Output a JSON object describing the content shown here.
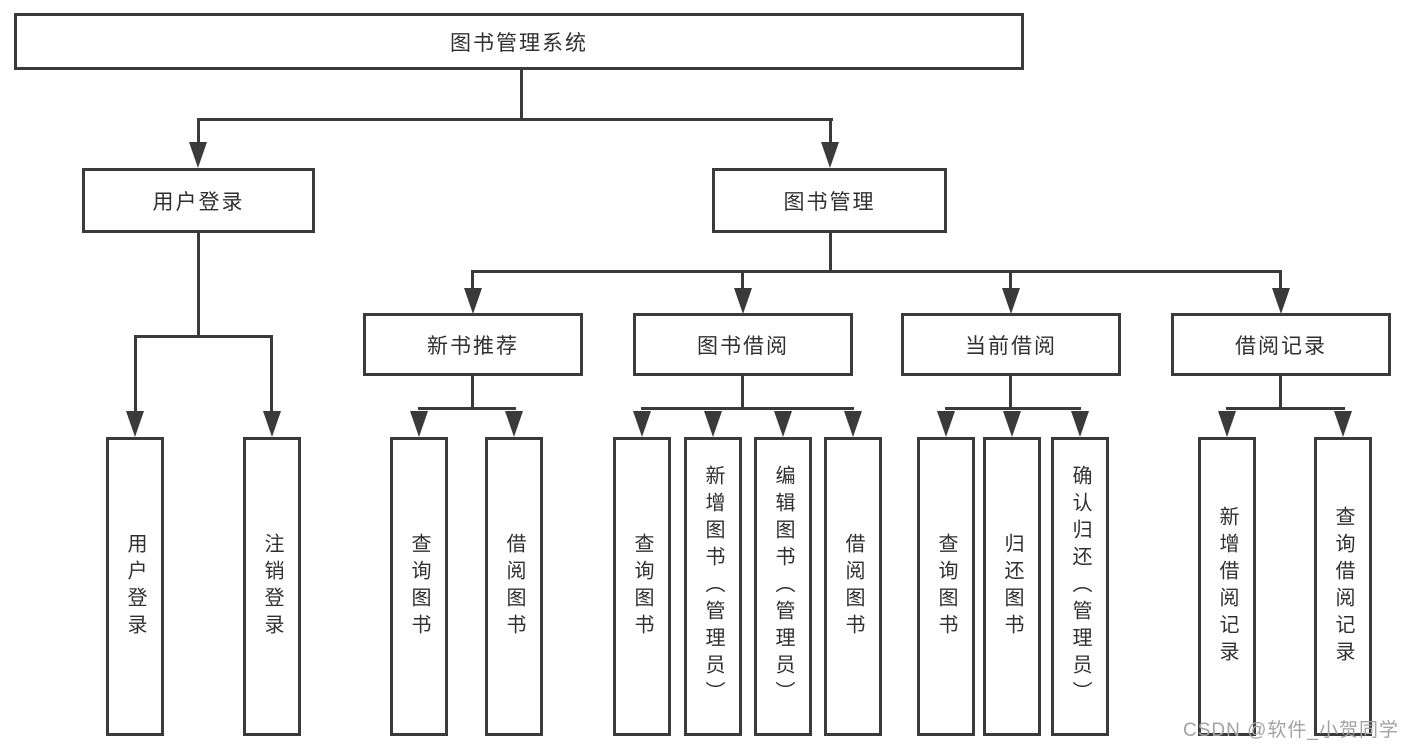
{
  "diagram_type": "hierarchy-tree",
  "tree": {
    "label": "图书管理系统",
    "children": [
      {
        "label": "用户登录",
        "children": [
          {
            "label": "用户登录"
          },
          {
            "label": "注销登录"
          }
        ]
      },
      {
        "label": "图书管理",
        "children": [
          {
            "label": "新书推荐",
            "children": [
              {
                "label": "查询图书"
              },
              {
                "label": "借阅图书"
              }
            ]
          },
          {
            "label": "图书借阅",
            "children": [
              {
                "label": "查询图书"
              },
              {
                "label": "新增图书（管理员）"
              },
              {
                "label": "编辑图书（管理员）"
              },
              {
                "label": "借阅图书"
              }
            ]
          },
          {
            "label": "当前借阅",
            "children": [
              {
                "label": "查询图书"
              },
              {
                "label": "归还图书"
              },
              {
                "label": "确认归还（管理员）"
              }
            ]
          },
          {
            "label": "借阅记录",
            "children": [
              {
                "label": "新增借阅记录"
              },
              {
                "label": "查询借阅记录"
              }
            ]
          }
        ]
      }
    ]
  },
  "watermark": {
    "text": "CSDN @软件_小贺同学"
  },
  "colors": {
    "line": "#3a3a3a",
    "box_border": "#3a3a3a",
    "text": "#303030",
    "watermark": "#a3a3a3",
    "background": "#ffffff"
  }
}
